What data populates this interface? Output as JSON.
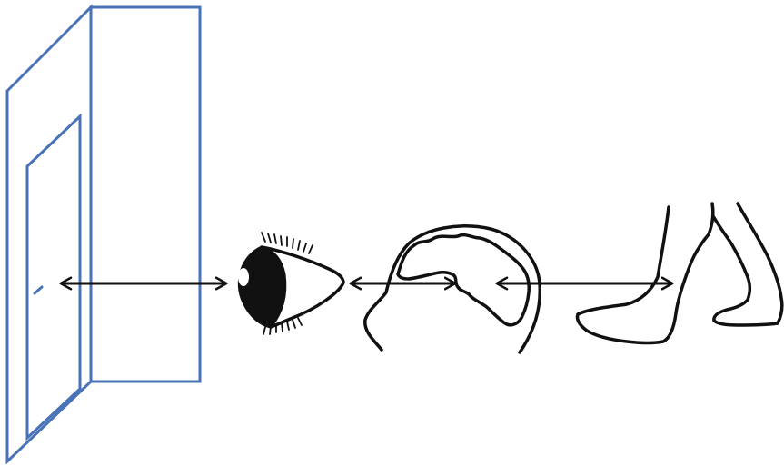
{
  "diagram": {
    "stages": [
      {
        "id": "door",
        "icon": "door-icon"
      },
      {
        "id": "eye",
        "icon": "eye-icon"
      },
      {
        "id": "brain",
        "icon": "brain-icon"
      },
      {
        "id": "legs",
        "icon": "walking-legs-icon"
      }
    ],
    "connections": [
      {
        "from": "door",
        "to": "eye",
        "style": "double-headed-arrow"
      },
      {
        "from": "eye",
        "to": "brain",
        "style": "double-headed-arrow"
      },
      {
        "from": "brain",
        "to": "legs",
        "style": "double-headed-arrow"
      }
    ],
    "colors": {
      "door_outline": "#4a72b8",
      "ink": "#111111",
      "background": "#ffffff"
    }
  }
}
